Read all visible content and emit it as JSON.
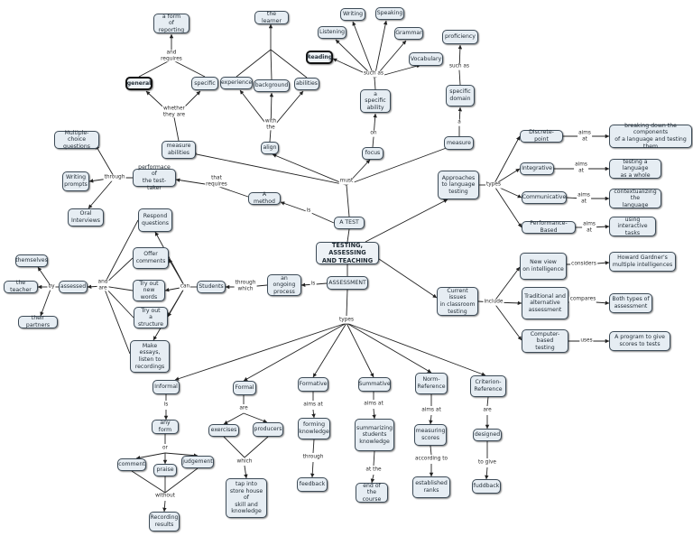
{
  "nodes": {
    "root": "TESTING, ASSESSING\nAND TEACHING",
    "atest": "A TEST",
    "assessment": "ASSESSMENT",
    "method": "A method",
    "perf": "performace of\nthe test-taker",
    "mc": "Multiple-choice\nquestions",
    "wp": "Writing\nprompts",
    "oral": "Oral\nInterviews",
    "measabil": "measure\nabilities",
    "general": "general",
    "specific": "specific",
    "reporting": "a form\nof reporting",
    "align": "align",
    "experience": "experience",
    "background": "background",
    "abilities": "abilities",
    "learner": "the learner",
    "focus": "focus",
    "sability": "a specific\nability",
    "reading": "Reading",
    "listening": "Listening",
    "writing": "Writing",
    "speaking": "Speaking",
    "grammar": "Grammar",
    "vocab": "Vocabulary",
    "measure": "measure",
    "sdomain": "specific\ndomain",
    "prof": "proficiency",
    "approaches": "Approaches\nto language\ntesting",
    "discrete": "Discrete-point",
    "integrative": "Integrative",
    "communicative": "Communicative",
    "performance": "Performance-Based",
    "breaking": "breaking down the components\nof a language and testing them",
    "testlang": "testing a language\nas a whole",
    "context": "contextualizing the\nlanguage",
    "interactive": "using interactive\ntasks",
    "current": "Current issues\nin classroom\ntesting",
    "newview": "New view\non intelligence",
    "gardner": "Howard Gardner's\nmultiple intelligences",
    "trad": "Traditional and\nalternative\nassessment",
    "both": "Both types of\nassessment",
    "cbt": "Computer-based\ntesting",
    "program": "A program to give\nscores to tests",
    "ongoing": "an ongoing\nprocess",
    "students": "Students",
    "respond": "Respond\nquestions",
    "offer": "Offer\ncomments",
    "tryout": "Try out\nnew words",
    "trystruct": "Try out\na structure",
    "essays": "Make essays,\nlisten to\nrecordings",
    "assessed": "assessed",
    "themselves": "themselves",
    "teacher": "the teacher",
    "partners": "their partners",
    "informal": "Informal",
    "anyform": "any form",
    "comment": "comment",
    "praise": "praise",
    "judgement": "judgement",
    "recording": "Recording\nresults",
    "formal": "Formal",
    "exercises": "exercises",
    "producers": "producers",
    "taps": "tap into\nstore house of\nskill and\nknowledge",
    "formative": "Formative",
    "forming": "forming\nknowledge",
    "feedback": "feedback",
    "summative": "Summative",
    "summarizing": "summarizing\nstudents\nknowledge",
    "endcourse": "end of\nthe course",
    "norm": "Norm-\nReference",
    "measscores": "measuring\nscores",
    "ranks": "established\nranks",
    "criterion": "Criterion-\nReference",
    "designed": "designed",
    "fuddback": "fuddback"
  },
  "links": {
    "must": "must",
    "is_atest": "is",
    "that_requires": "that\nrequires",
    "through_perf": "through",
    "whether": "whether\nthey are",
    "and_requires": "and\nrequires",
    "with_the": "with\nthe",
    "on": "on",
    "such_as_skills": "such as",
    "a_measure": "a",
    "such_as_prof": "such as",
    "types_appr": "types",
    "aims_at_1": "aims\nat",
    "aims_at_2": "aims\nat",
    "aims_at_3": "aims\nat",
    "aims_at_4": "aims\nat",
    "include": "include",
    "considers": "considers",
    "compares": "compares",
    "uses": "uses",
    "is_assess": "is",
    "through_which": "through\nwhich",
    "can": "can",
    "and_are": "and\nare",
    "by": "by",
    "types_assess": "types",
    "is_informal": "is",
    "or": "or",
    "without": "without",
    "are_formal": "are",
    "which": "which",
    "aims_at_form": "aims at",
    "through_form": "through",
    "aims_at_sum": "aims at",
    "at_the": "at the",
    "aims_at_norm": "aims at",
    "according_to": "according to",
    "are_crit": "are",
    "to_give": "to give"
  }
}
